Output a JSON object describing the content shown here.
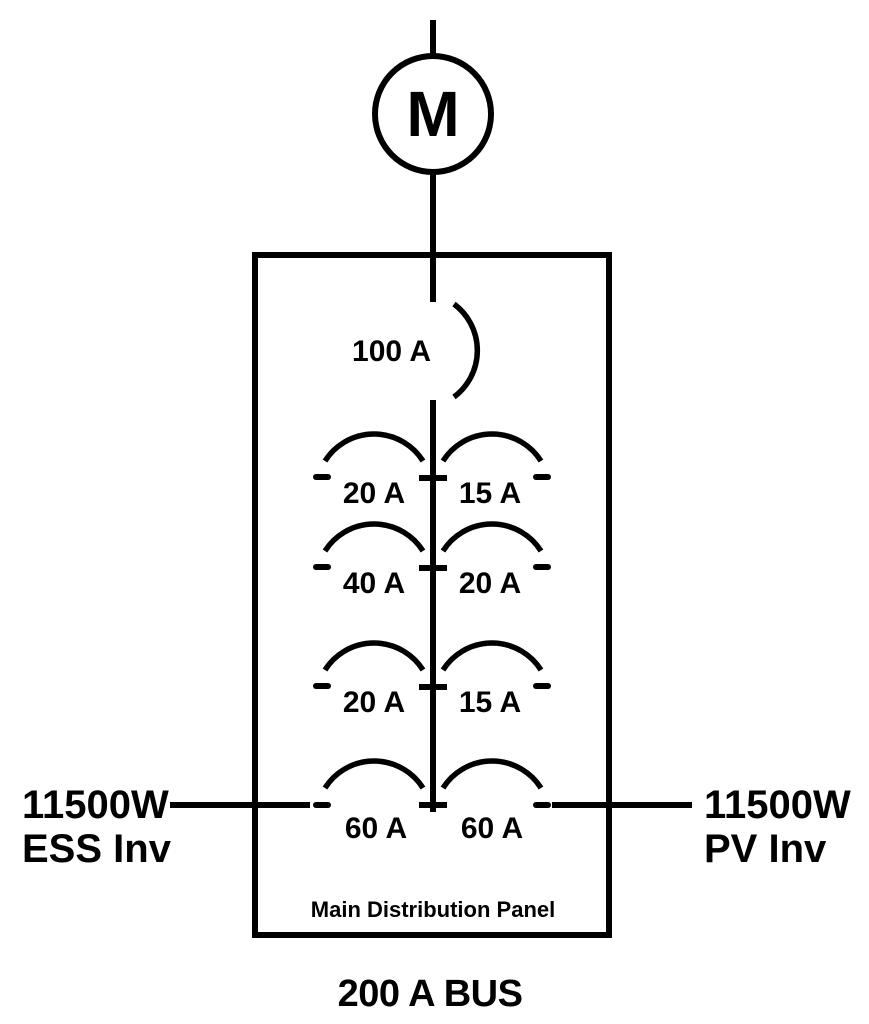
{
  "colors": {
    "line": "#000000",
    "background": "#ffffff"
  },
  "meter": {
    "label": "M"
  },
  "main_breaker": {
    "label": "100 A"
  },
  "branches": [
    {
      "label": "20 A"
    },
    {
      "label": "15 A"
    },
    {
      "label": "40 A"
    },
    {
      "label": "20 A"
    },
    {
      "label": "20 A"
    },
    {
      "label": "15 A"
    },
    {
      "label": "60 A"
    },
    {
      "label": "60 A"
    }
  ],
  "left_feed": {
    "power": "11500W",
    "name": "ESS Inv"
  },
  "right_feed": {
    "power": "11500W",
    "name": "PV Inv"
  },
  "panel": {
    "label": "Main Distribution Panel"
  },
  "bus": {
    "label": "200 A BUS"
  }
}
